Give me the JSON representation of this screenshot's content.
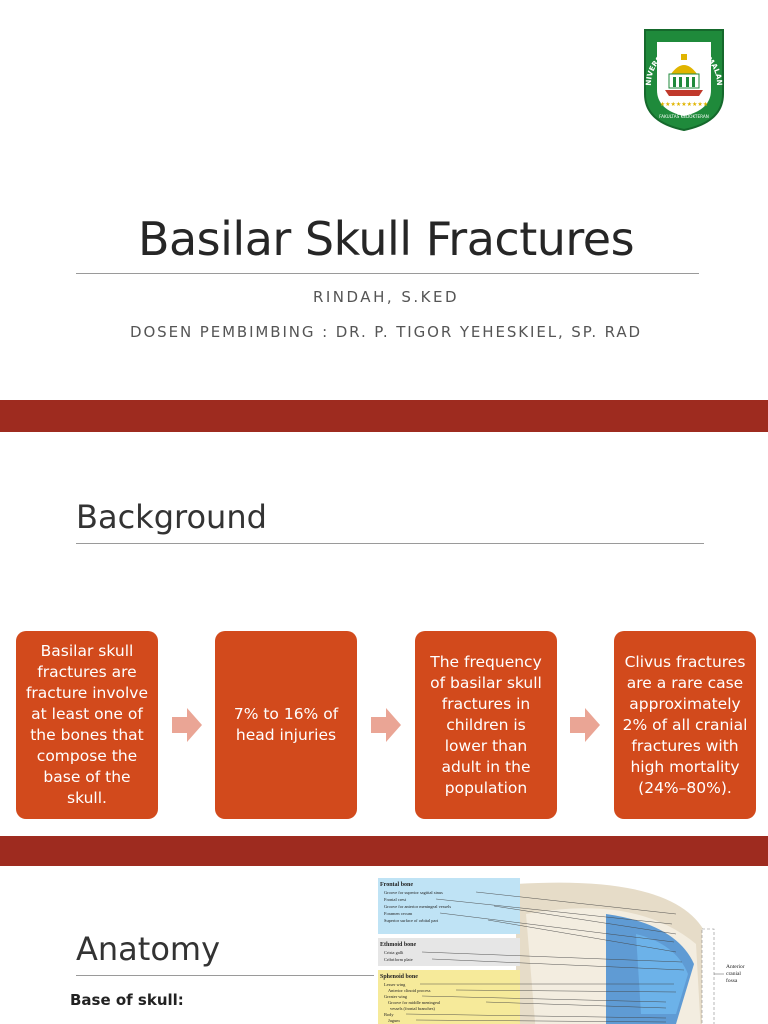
{
  "slide1": {
    "logo": {
      "icon": "university-seal",
      "ring_text": "UNIVERSITAS ISLAM MALANG",
      "bottom_text": "FAKULTAS KEDOKTERAN",
      "stars": "★★★★★★★★★",
      "colors": {
        "ring": "#1f8a3b",
        "center": "#ffffff",
        "accent": "#e0b400",
        "red": "#c0392b"
      }
    },
    "title": "Basilar Skull Fractures",
    "author": "RINDAH, S.KED",
    "supervisor": "DOSEN PEMBIMBING : DR. P. TIGOR YEHESKIEL, SP. RAD"
  },
  "slide2": {
    "heading": "Background",
    "boxes": [
      "Basilar skull fractures are fracture involve at least one of the bones that compose the base of the skull.",
      "7% to 16% of head injuries",
      "The frequency of basilar skull fractures in children is lower than adult in the population",
      "Clivus fractures are a rare case approximately 2% of all cranial fractures with high mortality (24%–80%)."
    ],
    "arrow_icon": "arrow-right-icon",
    "colors": {
      "box": "#d24a1c",
      "arrow": "#eaa595",
      "band": "#9e2b1f"
    }
  },
  "slide3": {
    "heading": "Anatomy",
    "subheading": "Base of skull:",
    "figure": {
      "groups": [
        {
          "name": "Frontal bone",
          "items": [
            "Groove for superior sagittal sinus",
            "Frontal crest",
            "Groove for anterior meningeal vessels",
            "Foramen cecum",
            "Superior surface of orbital part"
          ]
        },
        {
          "name": "Ethmoid bone",
          "items": [
            "Crista galli",
            "Cribriform plate"
          ]
        },
        {
          "name": "Sphenoid bone",
          "items": [
            "Lesser wing",
            "Anterior clinoid process",
            "Greater wing",
            "Groove for middle meningeal",
            "vessels (frontal branches)",
            "Body",
            "Jugum"
          ]
        }
      ],
      "side_label_1": "Anterior",
      "side_label_2": "cranial",
      "side_label_3": "fossa"
    }
  }
}
